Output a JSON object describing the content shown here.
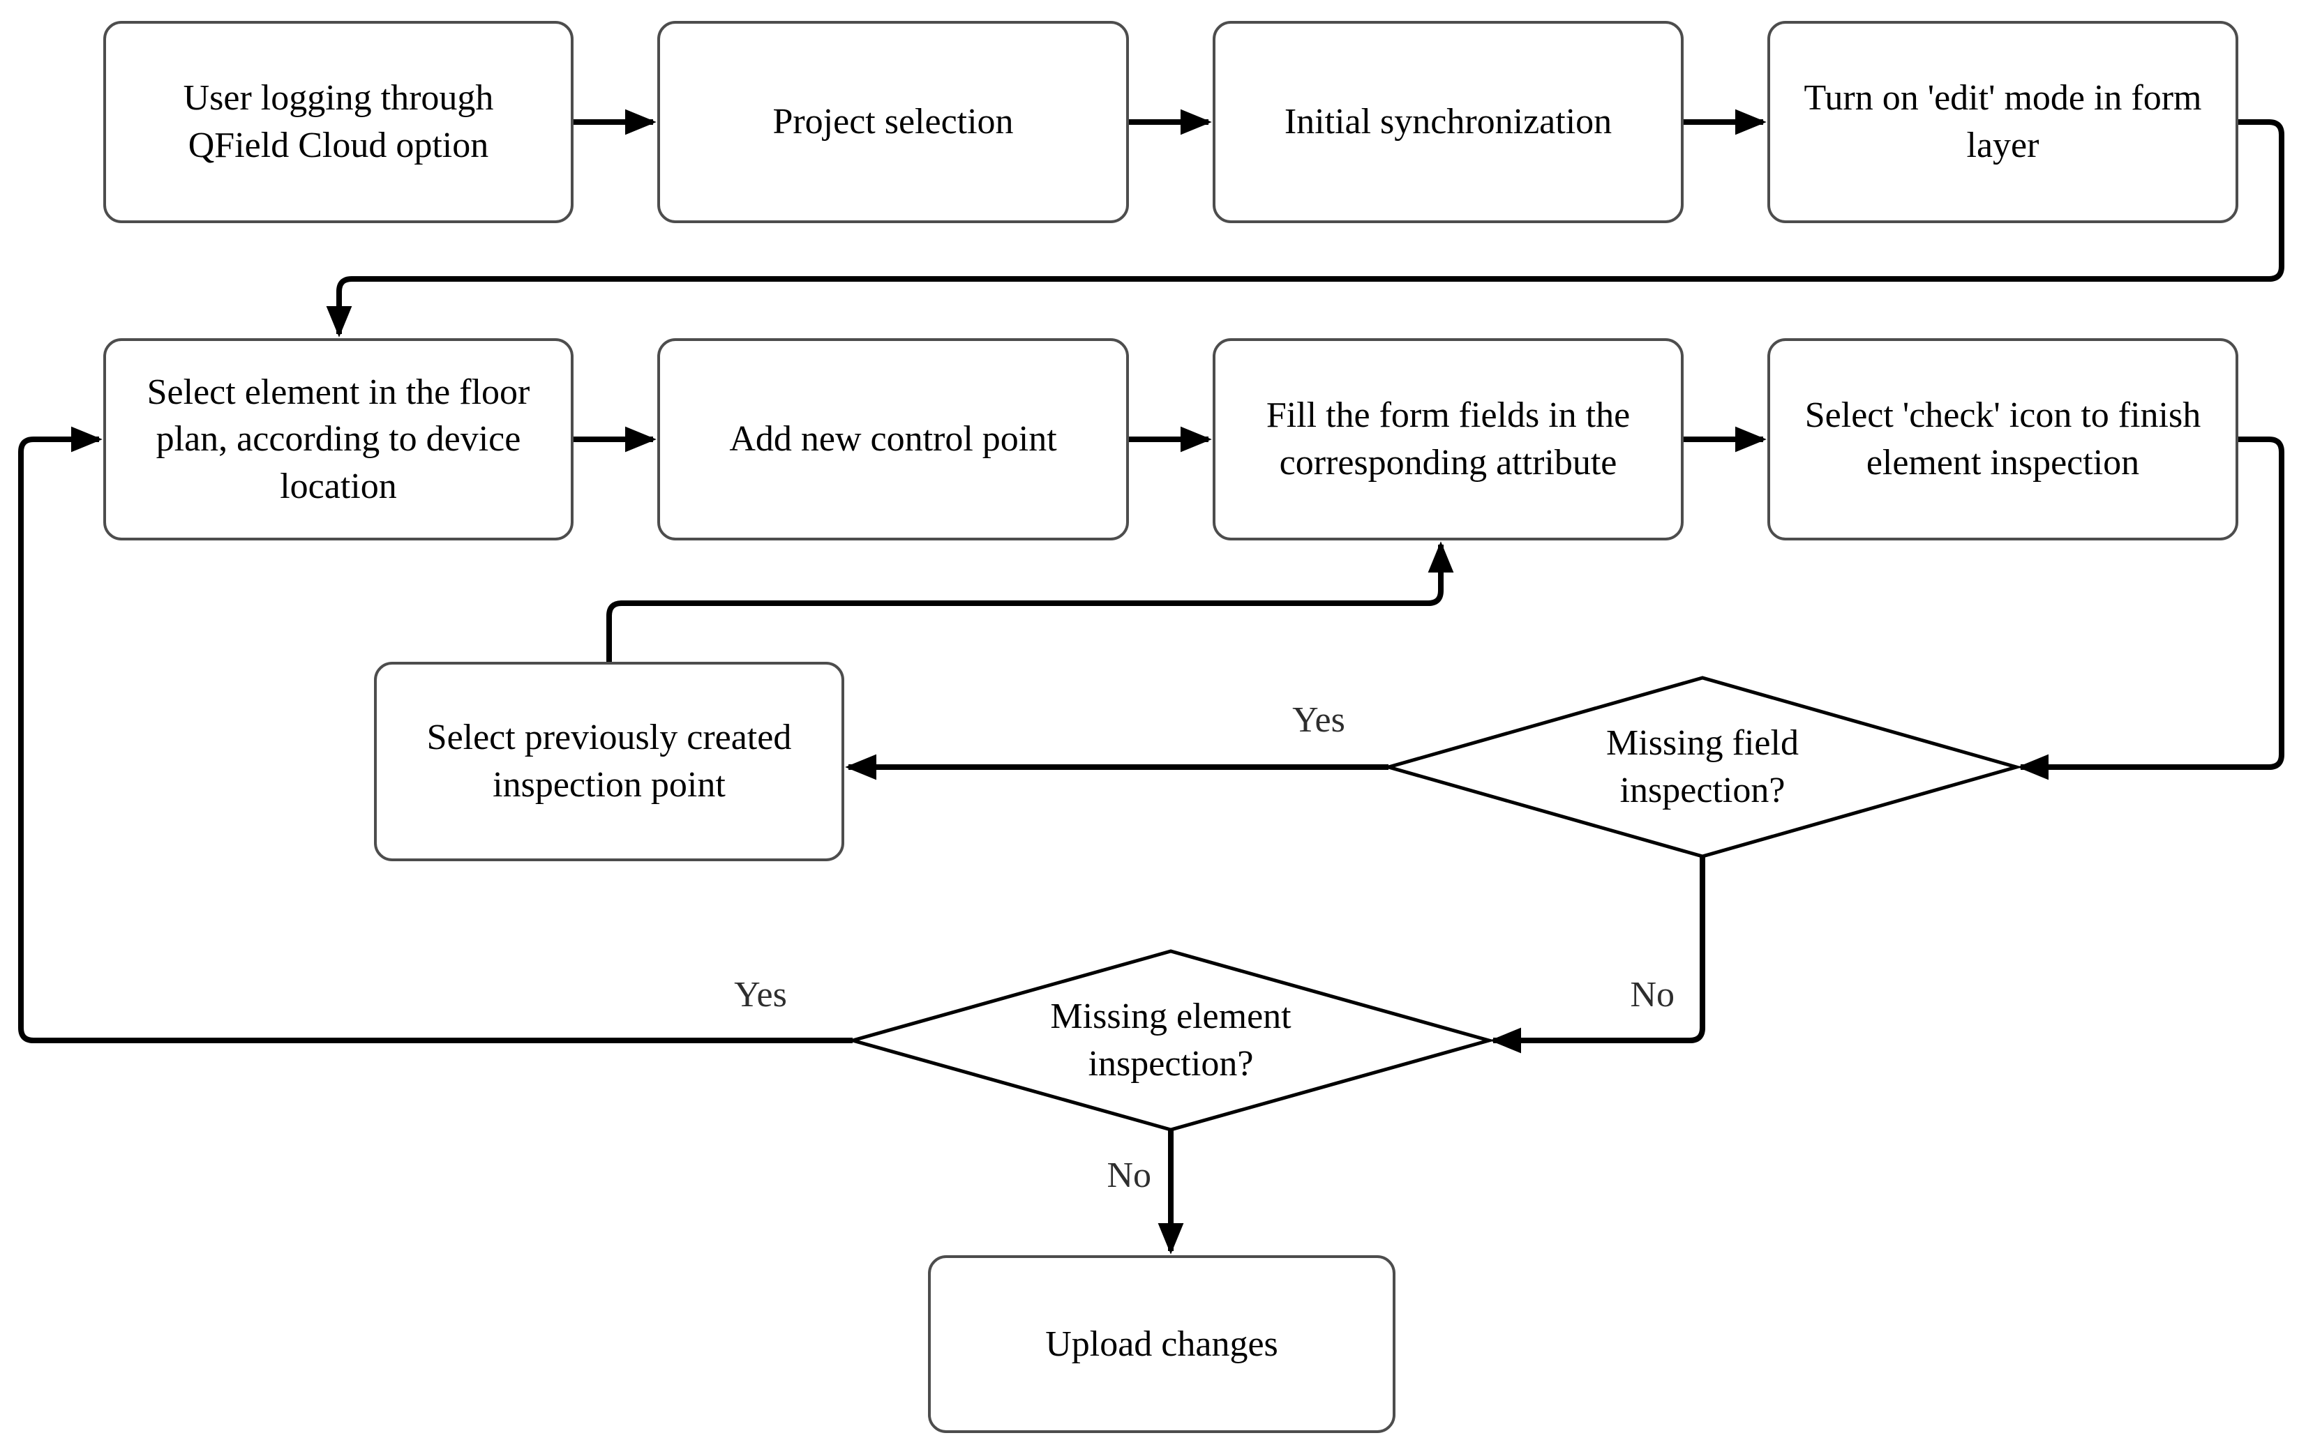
{
  "colors": {
    "background": "#ffffff",
    "line": "#000000",
    "box_border": "#4d4d4d",
    "text": "#000000",
    "edge_label": "#2e2e2e"
  },
  "nodes": {
    "login": {
      "label": "User logging through\nQField Cloud option"
    },
    "project": {
      "label": "Project selection"
    },
    "sync": {
      "label": "Initial synchronization"
    },
    "edit_mode": {
      "label": "Turn on 'edit' mode in form\nlayer"
    },
    "select_element": {
      "label": "Select element in the floor\nplan, according to device\nlocation"
    },
    "add_point": {
      "label": "Add new control point"
    },
    "fill_form": {
      "label": "Fill the form fields in the\ncorresponding attribute"
    },
    "check_icon": {
      "label": "Select 'check' icon to finish\nelement inspection"
    },
    "select_previous": {
      "label": "Select previously created\ninspection point"
    },
    "missing_field": {
      "label": "Missing field\ninspection?"
    },
    "missing_element": {
      "label": "Missing element\ninspection?"
    },
    "upload": {
      "label": "Upload changes"
    }
  },
  "edge_labels": {
    "missing_field_yes": "Yes",
    "missing_field_no": "No",
    "missing_element_yes": "Yes",
    "missing_element_no": "No"
  }
}
